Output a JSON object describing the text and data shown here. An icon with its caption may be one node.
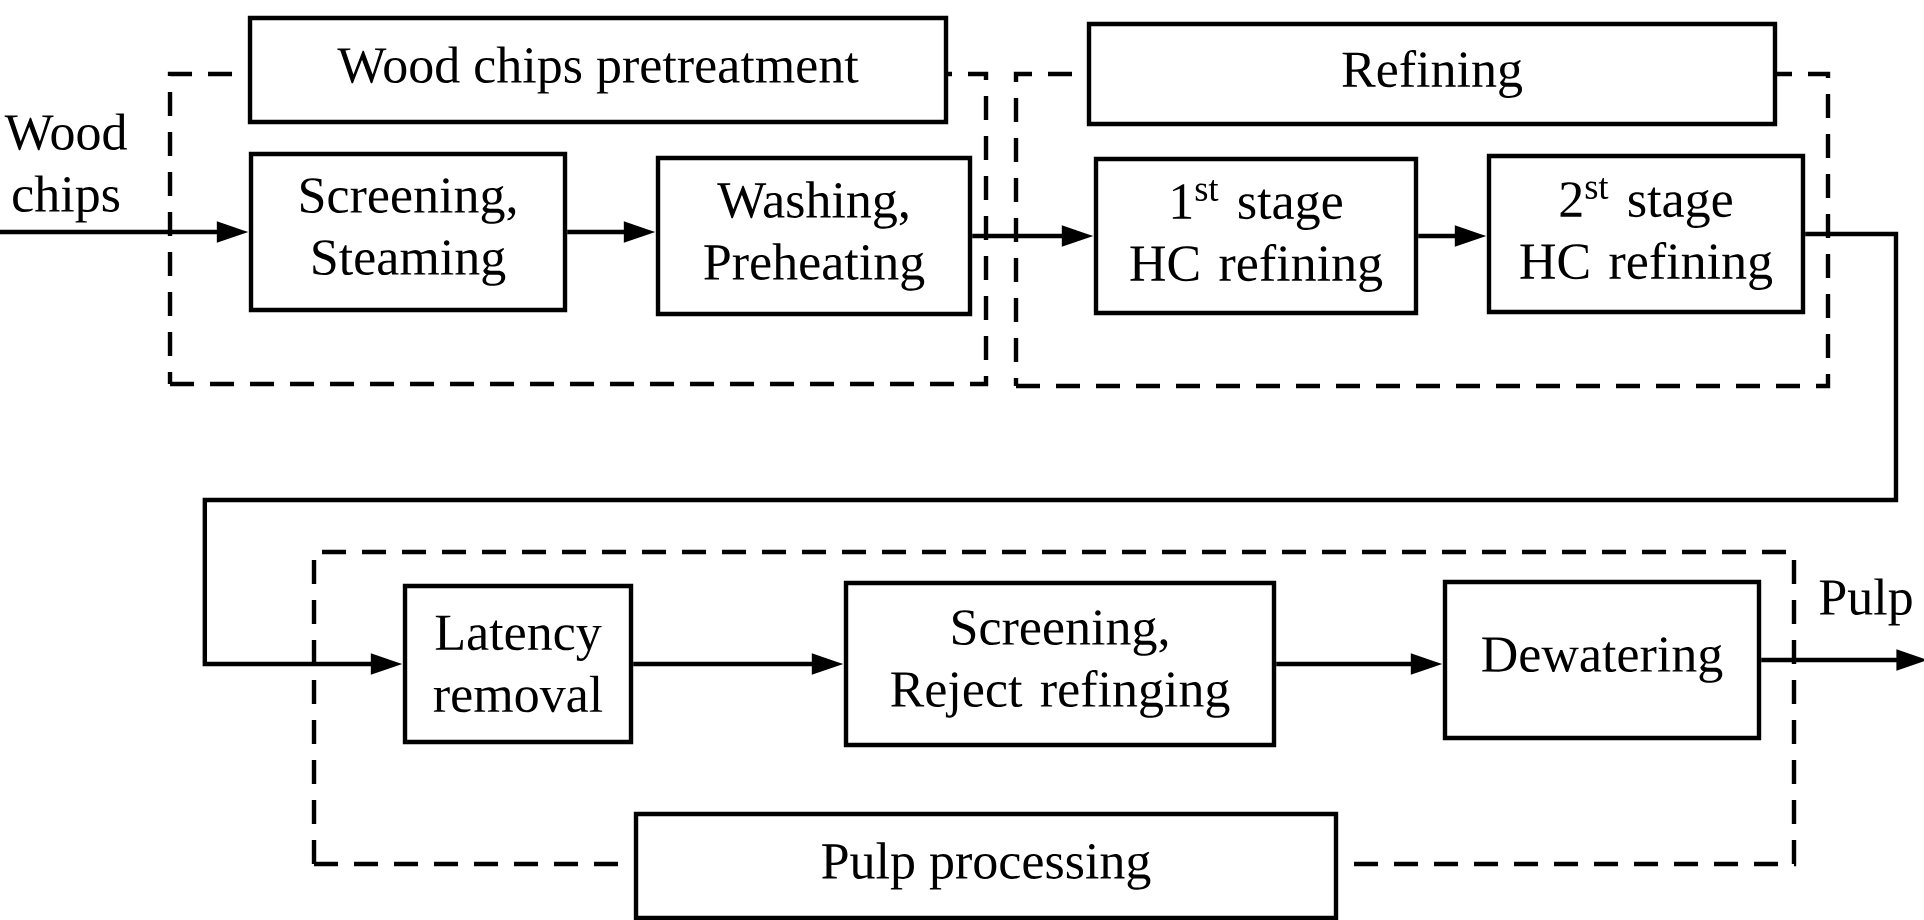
{
  "diagram": {
    "nodes": [
      {
        "text": [
          "Wood chips"
        ]
      },
      {
        "text": [
          "Wood chips pretreatment"
        ]
      },
      {
        "text": [
          "Screening, Steaming"
        ],
        "in": 1
      },
      {
        "text": [
          "Washing, Preheating"
        ],
        "in": 1
      },
      {
        "text": [
          "Refining"
        ]
      },
      {
        "text": [
          "1$^{st}$ stage HC refining"
        ],
        "in": 4
      },
      {
        "text": [
          "2$^{st}$ stage HC refining"
        ],
        "in": 4
      },
      {
        "text": [
          "Pulp processing"
        ]
      },
      {
        "text": [
          "Latency removal"
        ],
        "in": 7
      },
      {
        "text": [
          "Screening, Reject refinging"
        ],
        "in": 7
      },
      {
        "text": [
          "Dewatering"
        ],
        "in": 7
      },
      {
        "text": [
          "Pulp"
        ]
      }
    ],
    "edges": [
      {
        "from": 0,
        "to": 2,
        "arrow": "to"
      },
      {
        "from": 2,
        "to": 3,
        "arrow": "to"
      },
      {
        "from": 3,
        "to": 5,
        "arrow": "to"
      },
      {
        "from": 5,
        "to": 6,
        "arrow": "to"
      },
      {
        "from": 6,
        "to": 8,
        "arrow": "to"
      },
      {
        "from": 8,
        "to": 9,
        "arrow": "to"
      },
      {
        "from": 9,
        "to": 10,
        "arrow": "to"
      },
      {
        "from": 10,
        "to": 11,
        "arrow": "to"
      }
    ]
  }
}
